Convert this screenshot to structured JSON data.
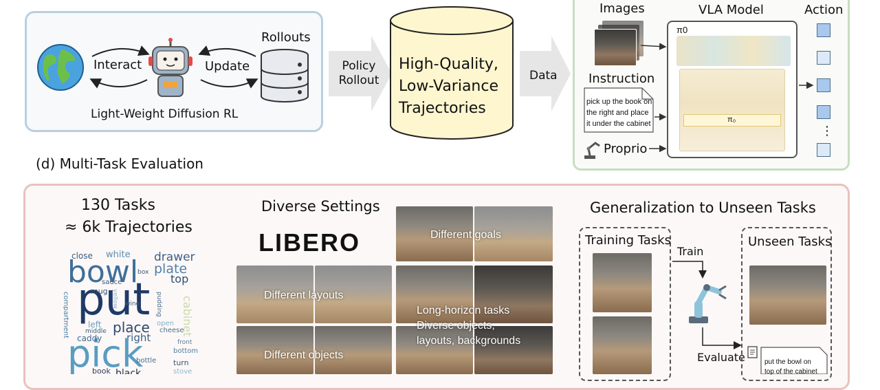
{
  "rl_panel": {
    "interact": "Interact",
    "update": "Update",
    "rollouts": "Rollouts",
    "caption": "Light-Weight Diffusion RL"
  },
  "arrow_policy": [
    "Policy",
    "Rollout"
  ],
  "cylinder": [
    "High-Quality,",
    "Low-Variance",
    "Trajectories"
  ],
  "arrow_data": "Data",
  "vla": {
    "images": "Images",
    "model": "VLA Model",
    "action": "Action",
    "pi_label": "π0",
    "instruction": "Instruction",
    "instruction_text": [
      "pick up the book on",
      "the right and place",
      "it under the cabinet"
    ],
    "proprio": "Proprio",
    "pi_small": "π₀",
    "ellipsis": "⋮"
  },
  "section_d": "(d) Multi-Task Evaluation",
  "stats": {
    "tasks": "130 Tasks",
    "trajectories": "≈  6k Trajectories"
  },
  "diverse": {
    "title": "Diverse Settings",
    "logo": "LIBERO",
    "goals": "Different goals",
    "layouts": "Different layouts",
    "longh": [
      "Long-horizon tasks",
      "Diverse objects,",
      "layouts, backgrounds"
    ],
    "objects": "Different objects"
  },
  "generalization": {
    "title": "Generalization to Unseen Tasks",
    "training": "Training Tasks",
    "unseen": "Unseen Tasks",
    "train": "Train",
    "evaluate": "Evaluate",
    "unseen_text": [
      "put the bowl on",
      "top of the cabinet"
    ]
  },
  "wordcloud": [
    {
      "w": "close",
      "c": "#3b5b7a"
    },
    {
      "w": "white",
      "c": "#5a8db0"
    },
    {
      "w": "drawer",
      "c": "#3d5f86"
    },
    {
      "w": "bowl",
      "c": "#3f6f9a"
    },
    {
      "w": "plate",
      "c": "#4f7fa9"
    },
    {
      "w": "top",
      "c": "#2f4f74"
    },
    {
      "w": "put",
      "c": "#1f3a68"
    },
    {
      "w": "place",
      "c": "#2b4770"
    },
    {
      "w": "right",
      "c": "#3a5f85"
    },
    {
      "w": "pick",
      "c": "#5a9cc2"
    },
    {
      "w": "cabinet",
      "c": "#c9dba8"
    },
    {
      "w": "compartment",
      "c": "#4a7ea2"
    },
    {
      "w": "caddy",
      "c": "#3f6a92"
    },
    {
      "w": "book",
      "c": "#2c3e5c"
    },
    {
      "w": "black",
      "c": "#22344f"
    },
    {
      "w": "turn",
      "c": "#3a5878"
    },
    {
      "w": "cheese",
      "c": "#4b6f8f"
    },
    {
      "w": "mug",
      "c": "#33506f"
    },
    {
      "w": "left",
      "c": "#6a9fbf"
    },
    {
      "w": "middle",
      "c": "#3a5a7a"
    },
    {
      "w": "bottom",
      "c": "#4f7fa0"
    },
    {
      "w": "sauce",
      "c": "#3b5a7a"
    },
    {
      "w": "stove",
      "c": "#8fb7cf"
    },
    {
      "w": "open",
      "c": "#7fb0c8"
    },
    {
      "w": "box",
      "c": "#3a5878"
    },
    {
      "w": "pudding",
      "c": "#4a6a8a"
    },
    {
      "w": "yellow",
      "c": "#8fb0c8"
    },
    {
      "w": "wine",
      "c": "#3a5a7a"
    },
    {
      "w": "bottle",
      "c": "#4a6a8a"
    },
    {
      "w": "front",
      "c": "#5a7a9a"
    }
  ]
}
